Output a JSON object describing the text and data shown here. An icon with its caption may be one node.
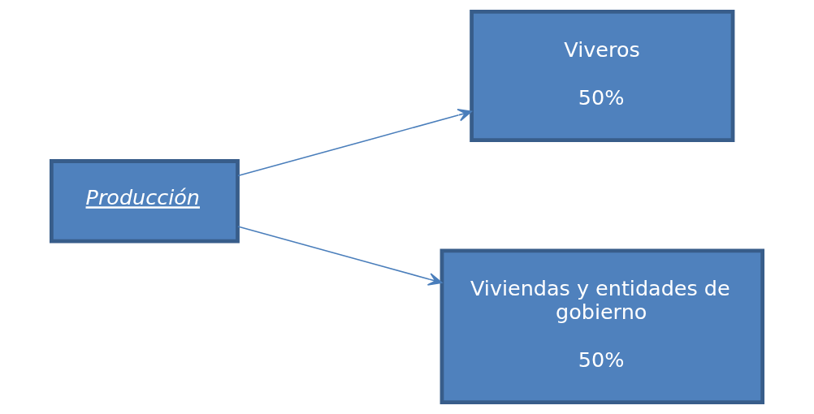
{
  "diagram": {
    "nodes": [
      {
        "text": [
          "Producción"
        ]
      },
      {
        "text": [
          "Viveros",
          "50%"
        ]
      },
      {
        "text": [
          "Viviendas y entidades de gobierno",
          "50%"
        ]
      }
    ],
    "edges": [
      {
        "from": 0,
        "to": 1,
        "arrow": "to"
      },
      {
        "from": 0,
        "to": 2,
        "arrow": "to"
      }
    ]
  }
}
